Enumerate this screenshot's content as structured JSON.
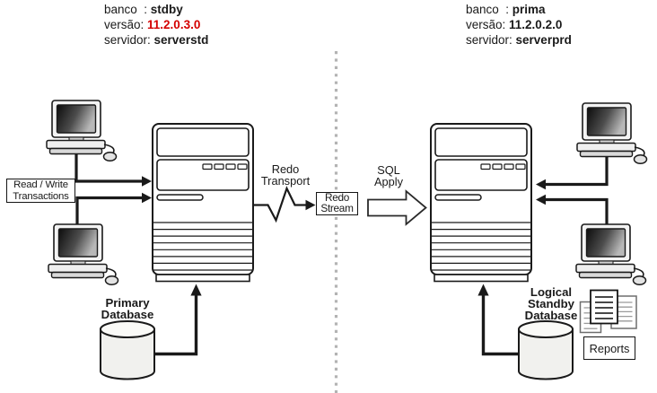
{
  "left_header": {
    "db_label": "banco  : ",
    "db_value": "stdby",
    "version_label": "versão: ",
    "version_value": "11.2.0.3.0",
    "version_color": "#d40000",
    "server_label": "servidor: ",
    "server_value": "serverstd"
  },
  "right_header": {
    "db_label": "banco  : ",
    "db_value": "prima",
    "version_label": "versão: ",
    "version_value": "11.2.0.2.0",
    "version_color": "#1a1a1a",
    "server_label": "servidor: ",
    "server_value": "serverprd"
  },
  "diagram": {
    "read_write_label": {
      "line1": "Read / Write",
      "line2": "Transactions"
    },
    "redo_transport_label": {
      "line1": "Redo",
      "line2": "Transport"
    },
    "redo_stream_label": {
      "line1": "Redo",
      "line2": "Stream"
    },
    "sql_apply_label": {
      "line1": "SQL",
      "line2": "Apply"
    },
    "primary_db_label": {
      "line1": "Primary",
      "line2": "Database"
    },
    "standby_db_label": {
      "line1": "Logical",
      "line2": "Standby",
      "line3": "Database"
    },
    "reports_label": "Reports"
  },
  "colors": {
    "highlight_red": "#d40000",
    "divider_gray": "#b3b3b3",
    "line_black": "#1a1a1a"
  }
}
